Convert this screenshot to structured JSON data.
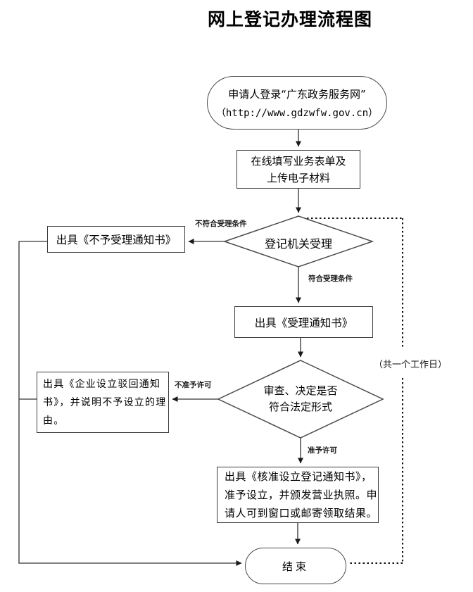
{
  "title": "网上登记办理流程图",
  "nodes": {
    "start": {
      "lines": [
        "申请人登录“广东政务服务网”",
        "（http://www.gdzwfw.gov.cn）"
      ]
    },
    "fill_form": {
      "lines": [
        "在线填写业务表单及",
        "上传电子材料"
      ]
    },
    "accept_review": {
      "label": "登记机关受理"
    },
    "reject_notice": {
      "label": "出具《不予受理通知书》"
    },
    "accept_notice": {
      "label": "出具《受理通知书》"
    },
    "legal_review": {
      "lines": [
        "审查、决定是否",
        "符合法定形式"
      ]
    },
    "rejection_notice": {
      "lines": [
        "出具《企业设立驳回通知",
        "书》，并说明不予设立的理",
        "由。"
      ]
    },
    "approval_notice": {
      "lines": [
        "出具《核准设立登记通知书》，",
        "准予设立，并颁发营业执照。申",
        "请人可到窗口或邮寄领取结果。"
      ]
    },
    "end": {
      "label": "结束"
    }
  },
  "edge_labels": {
    "not_qualified": "不符合受理条件",
    "qualified": "符合受理条件",
    "not_permitted": "不准予许可",
    "permitted": "准予许可",
    "duration": "（共一个工作日）"
  },
  "colors": {
    "line": "#565656",
    "dotted_line": "#111111",
    "border": "#3c3c3c",
    "text": "#000000",
    "background": "#ffffff"
  }
}
